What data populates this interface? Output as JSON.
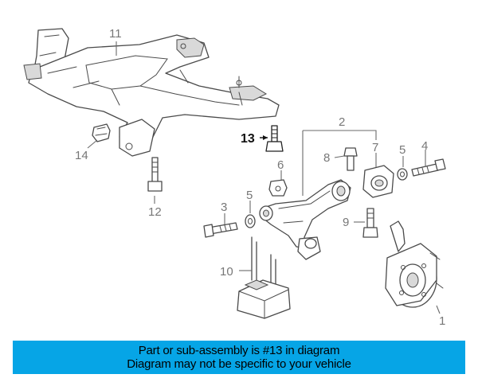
{
  "callouts": {
    "c1": "1",
    "c2": "2",
    "c3": "3",
    "c4": "4",
    "c5a": "5",
    "c5b": "5",
    "c6": "6",
    "c7": "7",
    "c8": "8",
    "c9": "9",
    "c10": "10",
    "c11": "11",
    "c12": "12",
    "c13": "13",
    "c14": "14"
  },
  "highlighted_part": "13",
  "banner": {
    "line1": "Part or sub-assembly is #13 in diagram",
    "line2": "Diagram may not be specific to your vehicle"
  },
  "colors": {
    "banner": "#06a5e6",
    "line_art": "#4a4a4a",
    "callout_text": "#777777"
  }
}
